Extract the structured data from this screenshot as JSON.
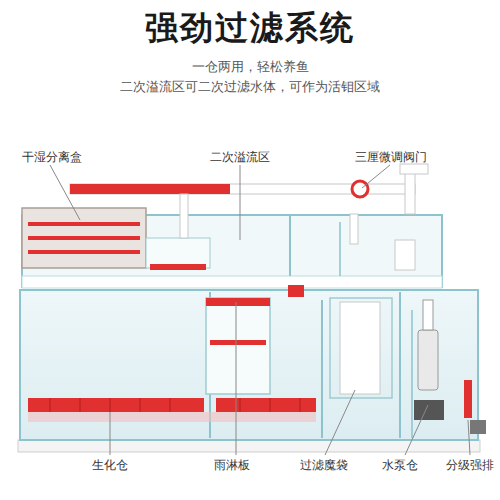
{
  "diagram": {
    "title": "强劲过滤系统",
    "labels": [
      "一仓两用，轻松养鱼",
      "二次溢流区可二次过滤水体，可作为活钼区域",
      "干湿分离盒",
      "二次溢流区",
      "三厘微调阀门",
      "生化仓",
      "雨淋板",
      "过滤魔袋",
      "水泵仓",
      "分级强排"
    ]
  }
}
